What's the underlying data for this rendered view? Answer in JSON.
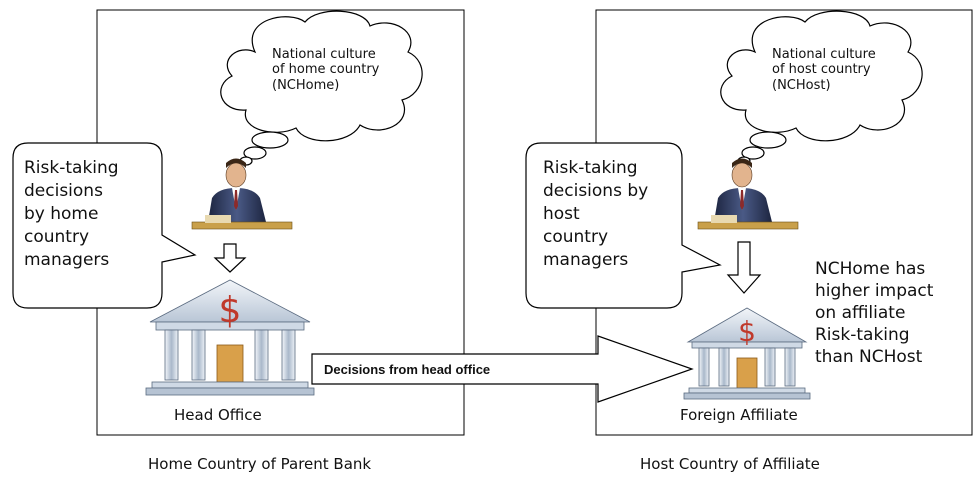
{
  "home": {
    "cloud_lines": [
      "National culture",
      "of home country",
      "(NCHome)"
    ],
    "bubble_lines": [
      "Risk-taking",
      "decisions",
      "by home",
      "country",
      "managers"
    ],
    "building_label": "Head Office",
    "caption": "Home Country of Parent Bank"
  },
  "host": {
    "cloud_lines": [
      "National culture",
      "of host country",
      "(NCHost)"
    ],
    "bubble_lines": [
      "Risk-taking",
      "decisions by",
      "host",
      "country",
      "managers"
    ],
    "building_label": "Foreign Affiliate",
    "caption": "Host Country of Affiliate",
    "impact_lines": [
      "NCHome has",
      "higher impact",
      "on affiliate",
      "Risk-taking",
      "than NCHost"
    ]
  },
  "arrow_label": "Decisions from head office",
  "bank_symbol": "$",
  "colors": {
    "line": "#000000",
    "building": "#dde6f0",
    "door": "#d9a04a",
    "dollar": "#c0392b",
    "suit": "#2b3552"
  }
}
